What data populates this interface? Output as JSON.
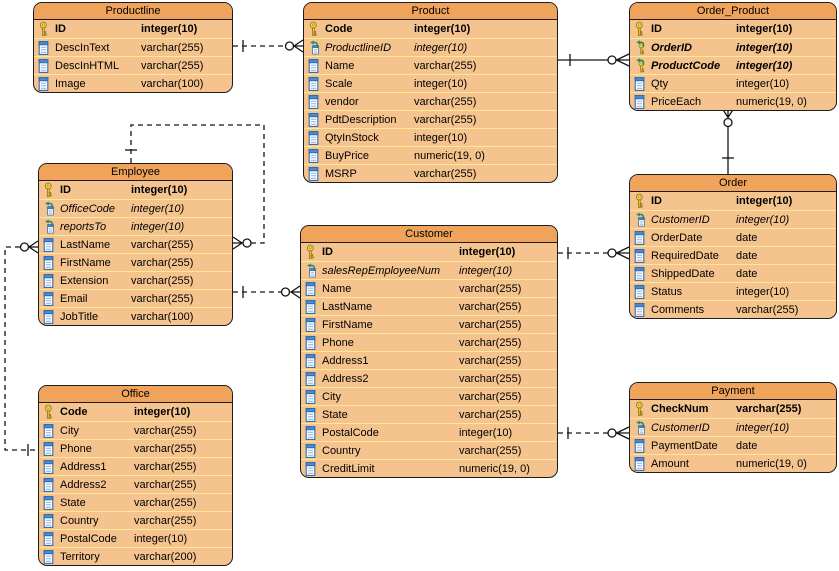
{
  "diagram": {
    "colors": {
      "table_header": "#EFA35B",
      "table_body": "#F5C48E",
      "row_divider": "#FFE895",
      "border": "#1D1D1D",
      "line": "#141414",
      "primary_key_gold": "#FFDA3A",
      "foreign_key_arrow_green": "#1F8A6B",
      "column_icon_blue": "#4E8BD2"
    },
    "tables": [
      {
        "name": "Productline",
        "columns": [
          {
            "icon": "pk",
            "name": "ID",
            "type": "integer(10)"
          },
          {
            "icon": "col",
            "name": "DescInText",
            "type": "varchar(255)"
          },
          {
            "icon": "col",
            "name": "DescInHTML",
            "type": "varchar(255)"
          },
          {
            "icon": "col",
            "name": "Image",
            "type": "varchar(100)"
          }
        ]
      },
      {
        "name": "Product",
        "columns": [
          {
            "icon": "pk",
            "name": "Code",
            "type": "integer(10)"
          },
          {
            "icon": "fk",
            "name": "ProductlineID",
            "type": "integer(10)"
          },
          {
            "icon": "col",
            "name": "Name",
            "type": "varchar(255)"
          },
          {
            "icon": "col",
            "name": "Scale",
            "type": "integer(10)"
          },
          {
            "icon": "col",
            "name": "vendor",
            "type": "varchar(255)"
          },
          {
            "icon": "col",
            "name": "PdtDescription",
            "type": "varchar(255)"
          },
          {
            "icon": "col",
            "name": "QtyInStock",
            "type": "integer(10)"
          },
          {
            "icon": "col",
            "name": "BuyPrice",
            "type": "numeric(19, 0)"
          },
          {
            "icon": "col",
            "name": "MSRP",
            "type": "varchar(255)"
          }
        ]
      },
      {
        "name": "Order_Product",
        "columns": [
          {
            "icon": "pk",
            "name": "ID",
            "type": "integer(10)"
          },
          {
            "icon": "pkfk",
            "name": "OrderID",
            "type": "integer(10)"
          },
          {
            "icon": "pkfk",
            "name": "ProductCode",
            "type": "integer(10)"
          },
          {
            "icon": "col",
            "name": "Qty",
            "type": "integer(10)"
          },
          {
            "icon": "col",
            "name": "PriceEach",
            "type": "numeric(19, 0)"
          }
        ]
      },
      {
        "name": "Employee",
        "columns": [
          {
            "icon": "pk",
            "name": "ID",
            "type": "integer(10)"
          },
          {
            "icon": "fk",
            "name": "OfficeCode",
            "type": "integer(10)"
          },
          {
            "icon": "fk",
            "name": "reportsTo",
            "type": "integer(10)"
          },
          {
            "icon": "col",
            "name": "LastName",
            "type": "varchar(255)"
          },
          {
            "icon": "col",
            "name": "FirstName",
            "type": "varchar(255)"
          },
          {
            "icon": "col",
            "name": "Extension",
            "type": "varchar(255)"
          },
          {
            "icon": "col",
            "name": "Email",
            "type": "varchar(255)"
          },
          {
            "icon": "col",
            "name": "JobTitle",
            "type": "varchar(100)"
          }
        ]
      },
      {
        "name": "Customer",
        "columns": [
          {
            "icon": "pk",
            "name": "ID",
            "type": "integer(10)"
          },
          {
            "icon": "fk",
            "name": "salesRepEmployeeNum",
            "type": "integer(10)"
          },
          {
            "icon": "col",
            "name": "Name",
            "type": "varchar(255)"
          },
          {
            "icon": "col",
            "name": "LastName",
            "type": "varchar(255)"
          },
          {
            "icon": "col",
            "name": "FirstName",
            "type": "varchar(255)"
          },
          {
            "icon": "col",
            "name": "Phone",
            "type": "varchar(255)"
          },
          {
            "icon": "col",
            "name": "Address1",
            "type": "varchar(255)"
          },
          {
            "icon": "col",
            "name": "Address2",
            "type": "varchar(255)"
          },
          {
            "icon": "col",
            "name": "City",
            "type": "varchar(255)"
          },
          {
            "icon": "col",
            "name": "State",
            "type": "varchar(255)"
          },
          {
            "icon": "col",
            "name": "PostalCode",
            "type": "integer(10)"
          },
          {
            "icon": "col",
            "name": "Country",
            "type": "varchar(255)"
          },
          {
            "icon": "col",
            "name": "CreditLimit",
            "type": "numeric(19, 0)"
          }
        ]
      },
      {
        "name": "Order",
        "columns": [
          {
            "icon": "pk",
            "name": "ID",
            "type": "integer(10)"
          },
          {
            "icon": "fk",
            "name": "CustomerID",
            "type": "integer(10)"
          },
          {
            "icon": "col",
            "name": "OrderDate",
            "type": "date"
          },
          {
            "icon": "col",
            "name": "RequiredDate",
            "type": "date"
          },
          {
            "icon": "col",
            "name": "ShippedDate",
            "type": "date"
          },
          {
            "icon": "col",
            "name": "Status",
            "type": "integer(10)"
          },
          {
            "icon": "col",
            "name": "Comments",
            "type": "varchar(255)"
          }
        ]
      },
      {
        "name": "Office",
        "columns": [
          {
            "icon": "pk",
            "name": "Code",
            "type": "integer(10)"
          },
          {
            "icon": "col",
            "name": "City",
            "type": "varchar(255)"
          },
          {
            "icon": "col",
            "name": "Phone",
            "type": "varchar(255)"
          },
          {
            "icon": "col",
            "name": "Address1",
            "type": "varchar(255)"
          },
          {
            "icon": "col",
            "name": "Address2",
            "type": "varchar(255)"
          },
          {
            "icon": "col",
            "name": "State",
            "type": "varchar(255)"
          },
          {
            "icon": "col",
            "name": "Country",
            "type": "varchar(255)"
          },
          {
            "icon": "col",
            "name": "PostalCode",
            "type": "integer(10)"
          },
          {
            "icon": "col",
            "name": "Territory",
            "type": "varchar(200)"
          }
        ]
      },
      {
        "name": "Payment",
        "columns": [
          {
            "icon": "pk",
            "name": "CheckNum",
            "type": "varchar(255)"
          },
          {
            "icon": "fk",
            "name": "CustomerID",
            "type": "integer(10)"
          },
          {
            "icon": "col",
            "name": "PaymentDate",
            "type": "date"
          },
          {
            "icon": "col",
            "name": "Amount",
            "type": "numeric(19, 0)"
          }
        ]
      }
    ],
    "relationships": [
      {
        "from": "Productline",
        "to": "Product",
        "from_end": "one",
        "to_end": "zero-or-many",
        "line": "dashed"
      },
      {
        "from": "Product",
        "to": "Order_Product",
        "from_end": "one",
        "to_end": "zero-or-many",
        "line": "solid"
      },
      {
        "from": "Order",
        "to": "Order_Product",
        "from_end": "one",
        "to_end": "zero-or-many",
        "line": "solid"
      },
      {
        "from": "Employee",
        "to": "Employee",
        "from_end": "one",
        "to_end": "zero-or-many",
        "line": "dashed"
      },
      {
        "from": "Office",
        "to": "Employee",
        "from_end": "one",
        "to_end": "zero-or-many",
        "line": "dashed"
      },
      {
        "from": "Employee",
        "to": "Customer",
        "from_end": "one",
        "to_end": "zero-or-many",
        "line": "dashed"
      },
      {
        "from": "Customer",
        "to": "Order",
        "from_end": "one",
        "to_end": "zero-or-many",
        "line": "dashed"
      },
      {
        "from": "Customer",
        "to": "Payment",
        "from_end": "one",
        "to_end": "zero-or-many",
        "line": "dashed"
      }
    ]
  }
}
